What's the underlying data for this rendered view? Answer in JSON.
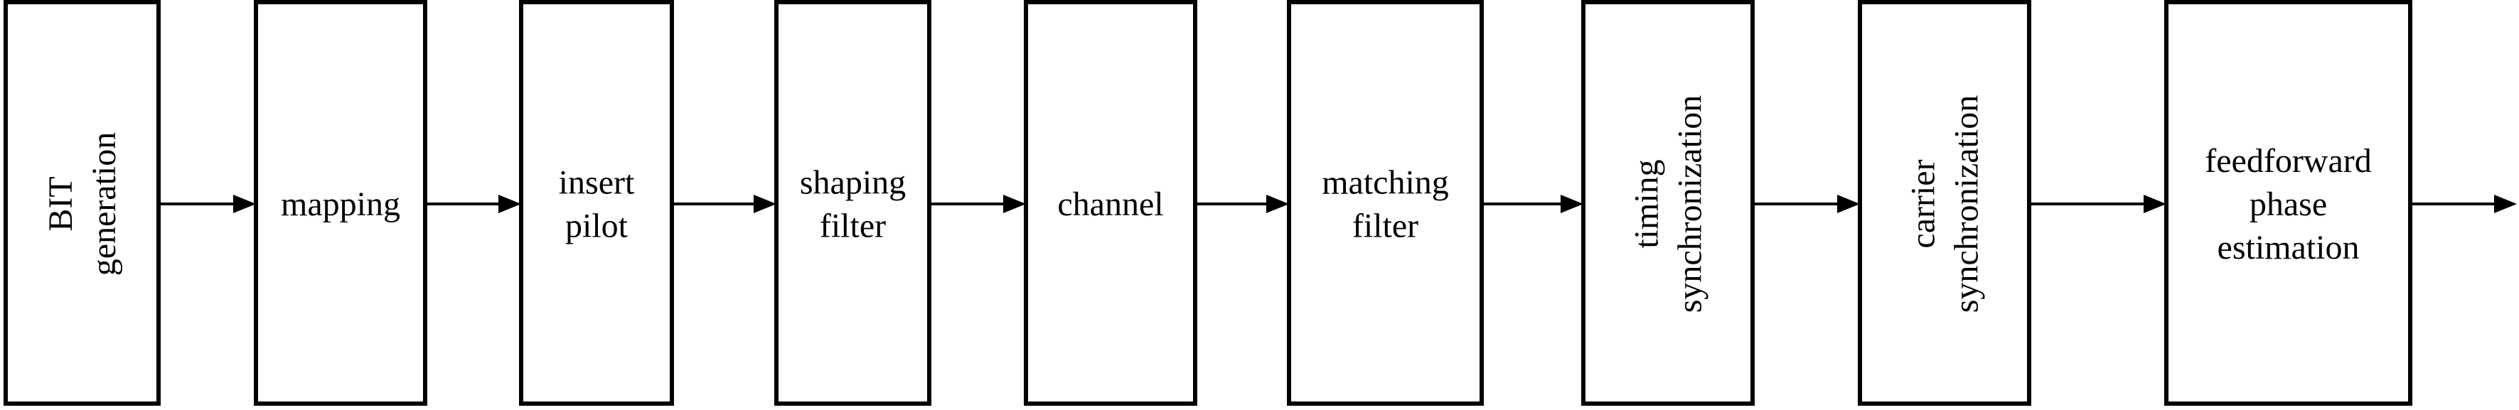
{
  "diagram": {
    "type": "block-flow",
    "colors": {
      "stroke": "#000000",
      "fill": "#ffffff",
      "text": "#000000"
    },
    "blocks": [
      {
        "id": "bit-generation",
        "lines": [
          "BIT",
          "generation"
        ],
        "orientation": "vertical"
      },
      {
        "id": "mapping",
        "lines": [
          "mapping"
        ],
        "orientation": "horizontal"
      },
      {
        "id": "insert-pilot",
        "lines": [
          "insert",
          "pilot"
        ],
        "orientation": "horizontal"
      },
      {
        "id": "shaping-filter",
        "lines": [
          "shaping",
          "filter"
        ],
        "orientation": "horizontal"
      },
      {
        "id": "channel",
        "lines": [
          "channel"
        ],
        "orientation": "horizontal"
      },
      {
        "id": "matching-filter",
        "lines": [
          "matching",
          "filter"
        ],
        "orientation": "horizontal"
      },
      {
        "id": "timing-synchronization",
        "lines": [
          "timing",
          "synchronization"
        ],
        "orientation": "vertical"
      },
      {
        "id": "carrier-synchronization",
        "lines": [
          "carrier",
          "synchronization"
        ],
        "orientation": "vertical"
      },
      {
        "id": "feedforward-phase-estimation",
        "lines": [
          "feedforward",
          "phase",
          "estimation"
        ],
        "orientation": "horizontal"
      }
    ],
    "connections": [
      {
        "from": "bit-generation",
        "to": "mapping"
      },
      {
        "from": "mapping",
        "to": "insert-pilot"
      },
      {
        "from": "insert-pilot",
        "to": "shaping-filter"
      },
      {
        "from": "shaping-filter",
        "to": "channel"
      },
      {
        "from": "channel",
        "to": "matching-filter"
      },
      {
        "from": "matching-filter",
        "to": "timing-synchronization"
      },
      {
        "from": "timing-synchronization",
        "to": "carrier-synchronization"
      },
      {
        "from": "carrier-synchronization",
        "to": "feedforward-phase-estimation"
      },
      {
        "from": "feedforward-phase-estimation",
        "to": "output"
      }
    ]
  }
}
